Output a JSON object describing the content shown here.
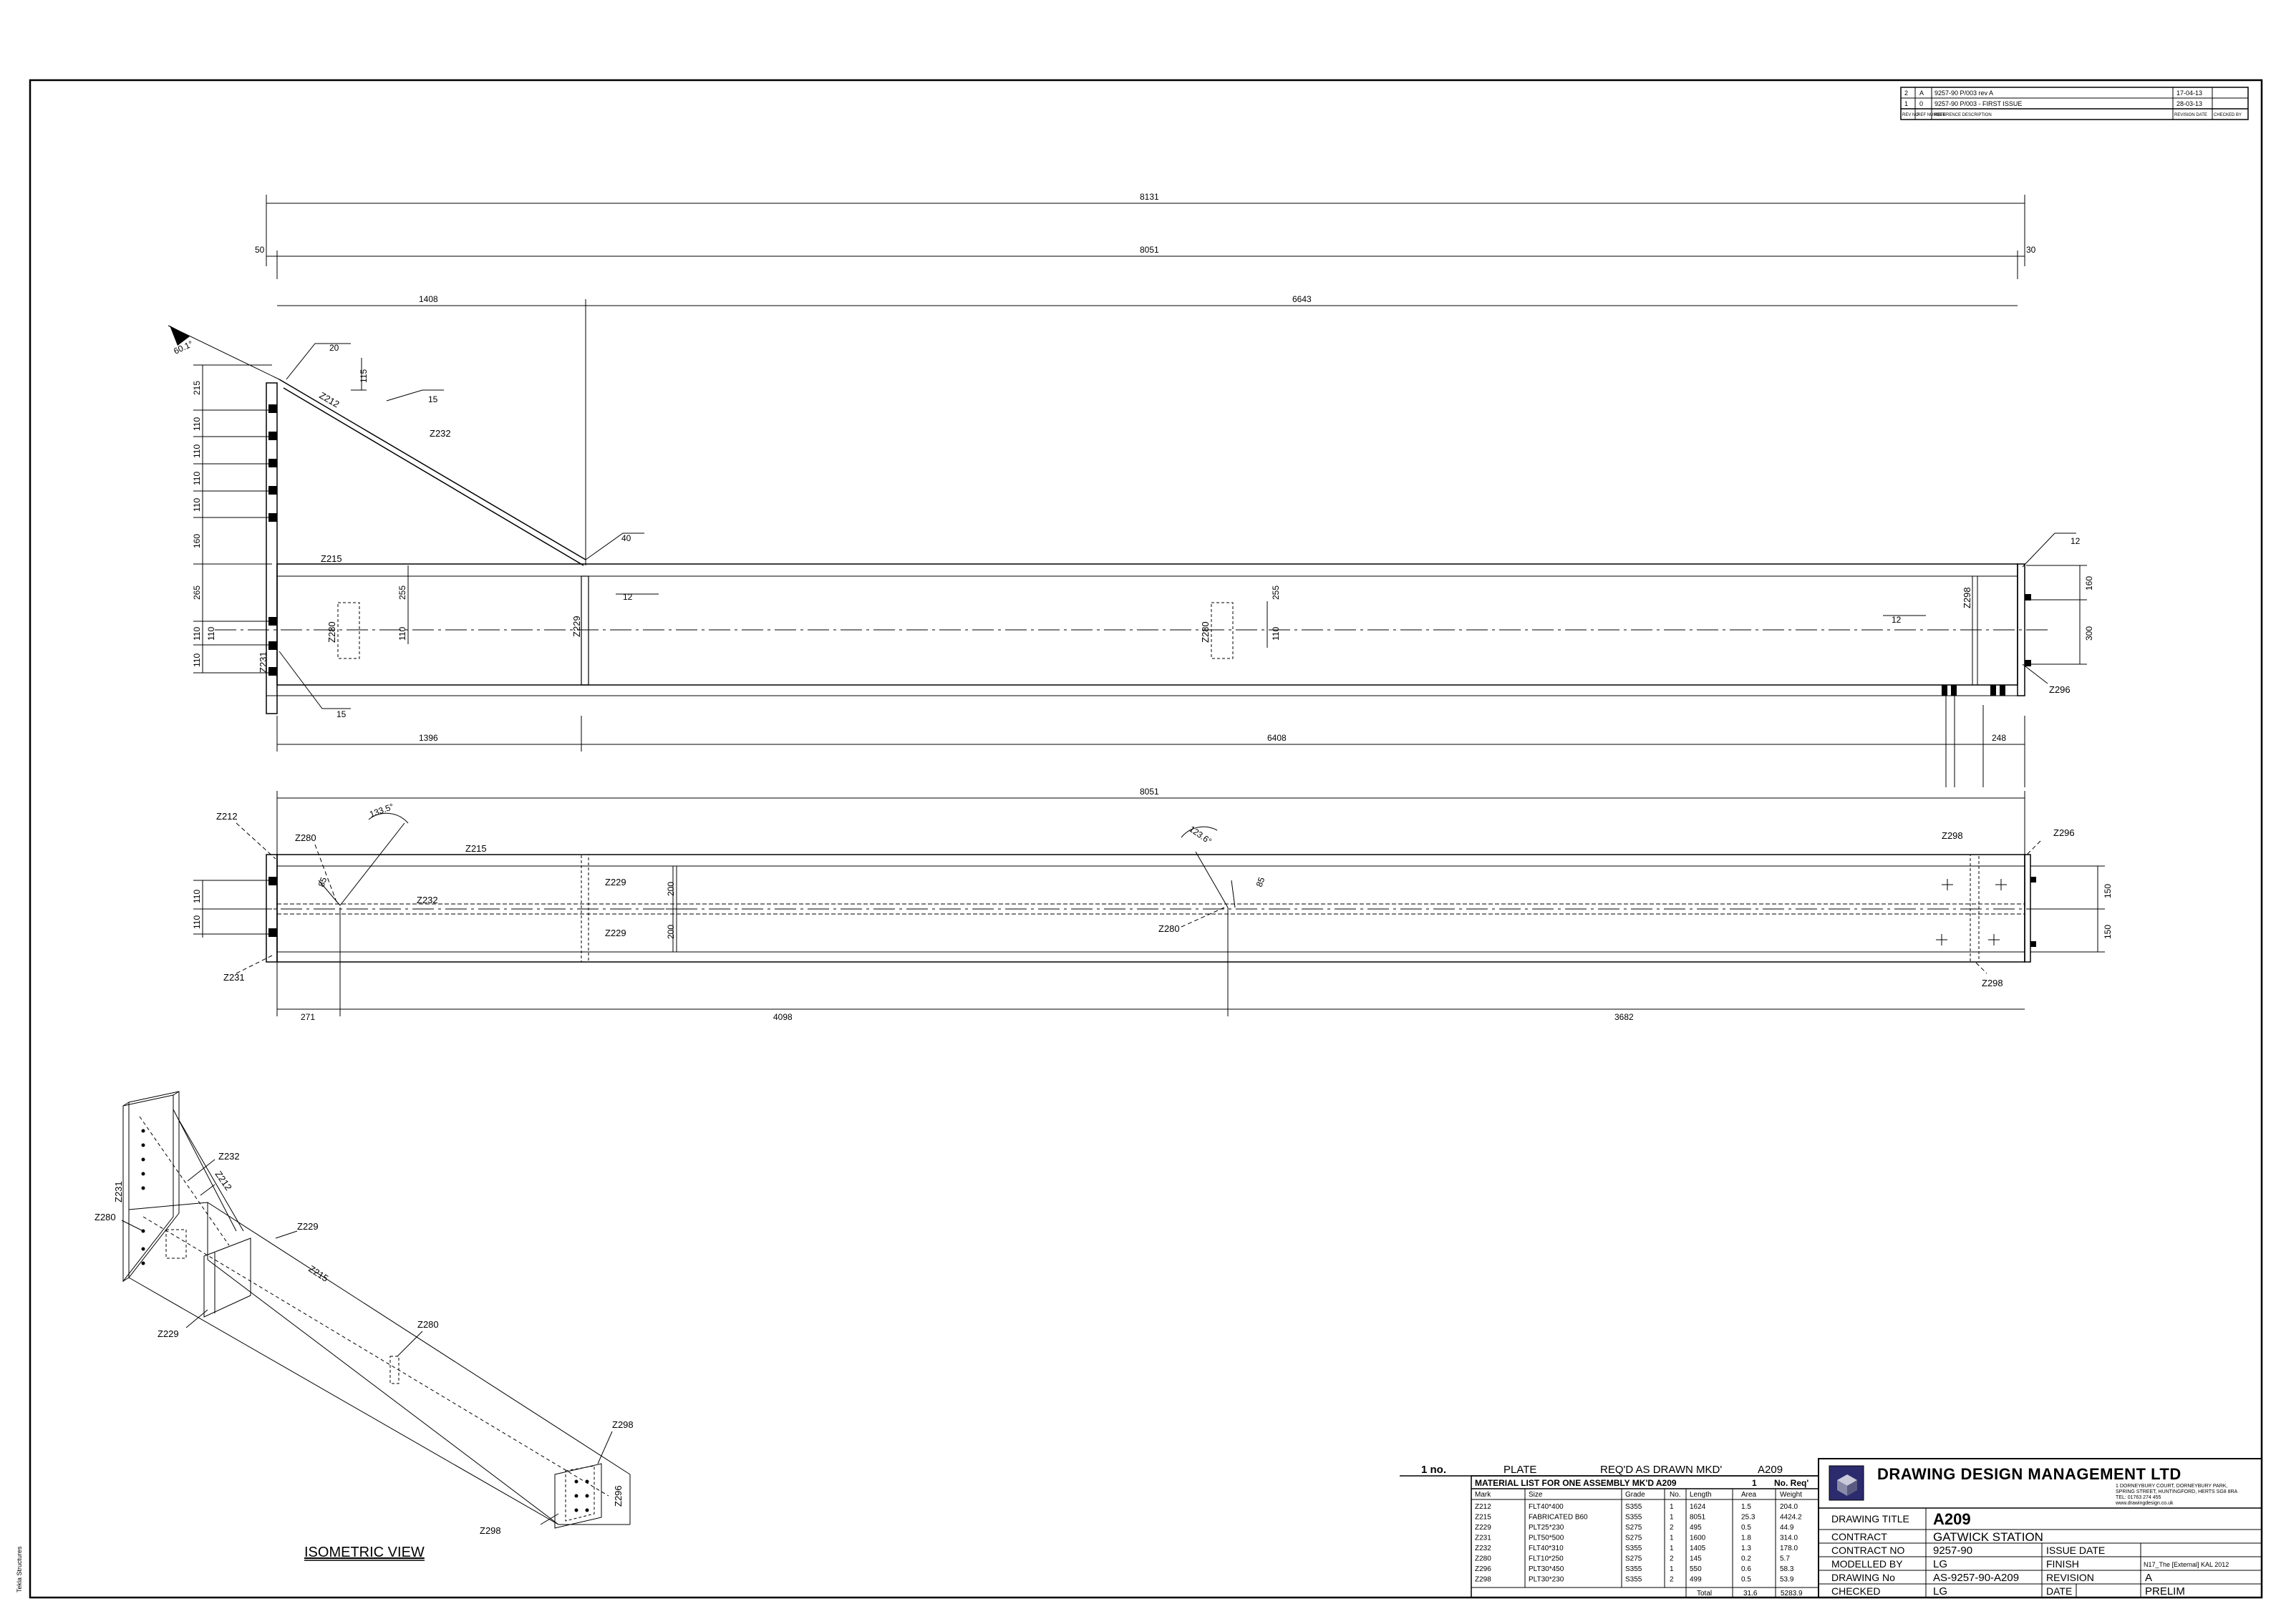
{
  "revisions": {
    "rows": [
      {
        "rev": "2",
        "ref": "A",
        "desc": "9257-90 P/003 rev A",
        "date": "17-04-13"
      },
      {
        "rev": "1",
        "ref": "0",
        "desc": "9257-90 P/003 - FIRST ISSUE",
        "date": "28-03-13"
      }
    ],
    "header": [
      "REV NO",
      "REF NUMBER",
      "REFERENCE DESCRIPTION",
      "REVISION DATE",
      "CHECKED BY"
    ]
  },
  "elevation": {
    "overall_dims": [
      "8131",
      "8051",
      "50",
      "30",
      "1408",
      "6643"
    ],
    "bottom_dims": [
      "1396",
      "6408",
      "248"
    ],
    "left_dims": [
      "215",
      "110",
      "110",
      "110",
      "110",
      "160",
      "265",
      "110",
      "110",
      "110"
    ],
    "right_dims": [
      "160",
      "300"
    ],
    "local_dims": [
      "115",
      "255",
      "110",
      "255",
      "110"
    ],
    "angles": [
      "60.1°"
    ],
    "welds": [
      "20",
      "15",
      "40",
      "12",
      "12",
      "12",
      "15"
    ],
    "marks": [
      "Z212",
      "Z232",
      "Z215",
      "Z229",
      "Z280",
      "Z280",
      "Z231",
      "Z298",
      "Z296"
    ]
  },
  "plan": {
    "overall_dim": "8051",
    "bottom_dims": [
      "271",
      "4098",
      "3682"
    ],
    "left_dims": [
      "110",
      "110"
    ],
    "right_dims": [
      "150",
      "150"
    ],
    "local_dims": [
      "200",
      "200",
      "85",
      "85"
    ],
    "angles": [
      "133.5°",
      "123.6°"
    ],
    "marks": [
      "Z212",
      "Z280",
      "Z215",
      "Z232",
      "Z229",
      "Z229",
      "Z231",
      "Z280",
      "Z298",
      "Z296",
      "Z298"
    ]
  },
  "isometric": {
    "title": "ISOMETRIC VIEW",
    "marks": [
      "Z232",
      "Z212",
      "Z231",
      "Z280",
      "Z229",
      "Z229",
      "Z215",
      "Z280",
      "Z298",
      "Z296",
      "Z298"
    ]
  },
  "plate_line": {
    "qty": "1 no.",
    "type": "PLATE",
    "reqd": "REQ'D AS DRAWN MKD'",
    "mark": "A209"
  },
  "material_list": {
    "title": "MATERIAL LIST FOR ONE ASSEMBLY MK'D A209",
    "count": "1",
    "no_reqd": "No. Req'",
    "columns": [
      "Mark",
      "Size",
      "Grade",
      "No.",
      "Length",
      "Area",
      "Weight"
    ],
    "rows": [
      [
        "Z212",
        "FLT40*400",
        "S355",
        "1",
        "1624",
        "1.5",
        "204.0"
      ],
      [
        "Z215",
        "FABRICATED B60",
        "S355",
        "1",
        "8051",
        "25.3",
        "4424.2"
      ],
      [
        "Z229",
        "PLT25*230",
        "S275",
        "2",
        "495",
        "0.5",
        "44.9"
      ],
      [
        "Z231",
        "PLT50*500",
        "S275",
        "1",
        "1600",
        "1.8",
        "314.0"
      ],
      [
        "Z232",
        "FLT40*310",
        "S355",
        "1",
        "1405",
        "1.3",
        "178.0"
      ],
      [
        "Z280",
        "FLT10*250",
        "S275",
        "2",
        "145",
        "0.2",
        "5.7"
      ],
      [
        "Z296",
        "PLT30*450",
        "S355",
        "1",
        "550",
        "0.6",
        "58.3"
      ],
      [
        "Z298",
        "PLT30*230",
        "S355",
        "2",
        "499",
        "0.5",
        "53.9"
      ]
    ],
    "total_label": "Total",
    "total_area": "31.6",
    "total_weight": "5283.9"
  },
  "title_block": {
    "company": "DRAWING DESIGN MANAGEMENT LTD",
    "address_lines": [
      "1 DORNEYBURY COURT, DORNEYBURY PARK,",
      "SPRING STREET, HUNTINGFORD, HERTS SG8 8RA",
      "TEL: 01763 274 455",
      "www.drawingdesign.co.uk"
    ],
    "drawing_title_label": "DRAWING TITLE",
    "drawing_title": "A209",
    "contract_label": "CONTRACT",
    "contract": "GATWICK STATION",
    "contract_no_label": "CONTRACT NO",
    "contract_no": "9257-90",
    "issue_date_label": "ISSUE DATE",
    "issue_date": "",
    "modelled_by_label": "MODELLED BY",
    "modelled_by": "LG",
    "finish_label": "FINISH",
    "finish": "N17_The [External] KAL 2012",
    "drawing_no_label": "DRAWING No",
    "drawing_no": "AS-9257-90-A209",
    "revision_label": "REVISION",
    "revision": "A",
    "checked_label": "CHECKED",
    "checked": "LG",
    "date_label": "DATE",
    "date": "",
    "status": "PRELIM"
  },
  "edge_note": "Tekla Structures"
}
